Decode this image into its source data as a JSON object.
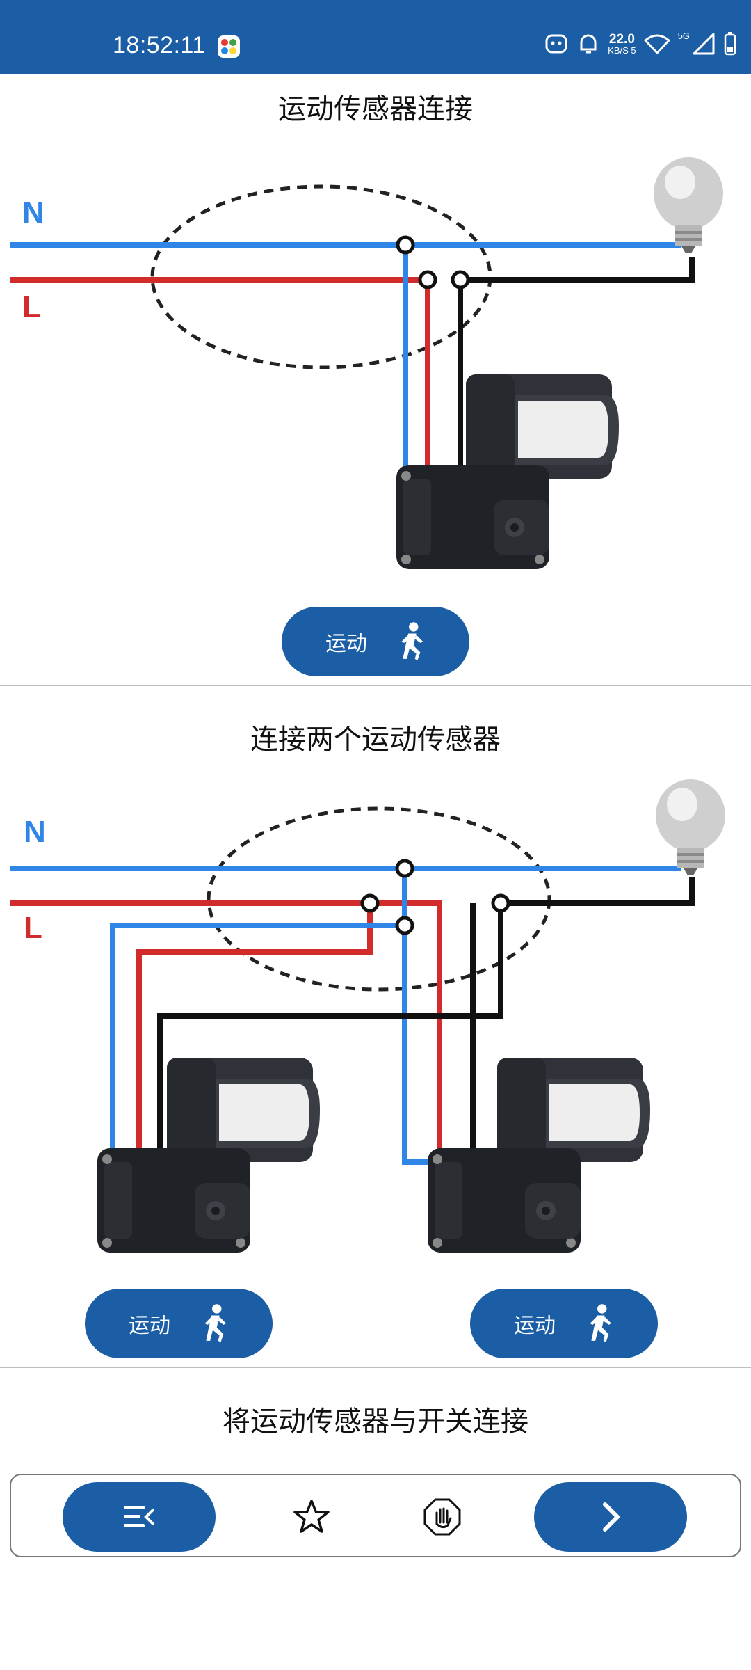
{
  "status_bar": {
    "time": "18:52:11",
    "speed_value": "22.0",
    "speed_unit": "KB/S",
    "speed_sub": "5",
    "network": "5G",
    "icons": [
      "app-launcher-icon",
      "hidden-apps-icon",
      "alarm-icon",
      "wifi-icon",
      "signal-icon",
      "battery-icon"
    ]
  },
  "colors": {
    "primary": "#1b5ea5",
    "neutral_wire": "#2f86e6",
    "live_wire": "#d22b2b",
    "load_wire": "#111111"
  },
  "sections": [
    {
      "title": "运动传感器连接",
      "wire_labels": {
        "neutral": "N",
        "live": "L"
      },
      "buttons": [
        {
          "label": "运动",
          "icon": "running-person-icon"
        }
      ]
    },
    {
      "title": "连接两个运动传感器",
      "wire_labels": {
        "neutral": "N",
        "live": "L"
      },
      "buttons": [
        {
          "label": "运动",
          "icon": "running-person-icon"
        },
        {
          "label": "运动",
          "icon": "running-person-icon"
        }
      ]
    },
    {
      "title": "将运动传感器与开关连接"
    }
  ],
  "bottom_bar": {
    "menu_icon": "menu-collapse-icon",
    "favorite_icon": "star-icon",
    "stop_icon": "stop-hand-icon",
    "next_icon": "chevron-right-icon"
  }
}
